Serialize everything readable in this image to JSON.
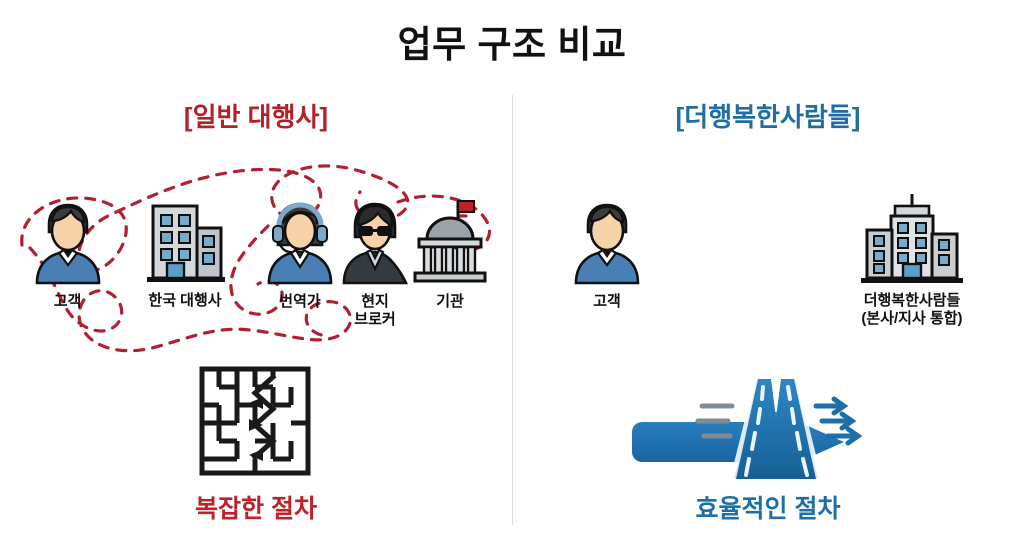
{
  "title": "업무 구조 비교",
  "divider": {
    "name": "vertical-divider"
  },
  "colors": {
    "red": "#c0202a",
    "dark_red": "#b52028",
    "blue": "#1c6fa8",
    "head_blue": "#1e6ea4",
    "building_gray": "#c9ced2",
    "window_blue": "#7aa9c9",
    "skin": "#f6d2a9",
    "shirt_blue": "#4a7fb5",
    "hair": "#3a3a3a",
    "road_blue": "#1f7ab8"
  },
  "left": {
    "heading": "[일반 대행사]",
    "footer": "복잡한 절차",
    "path_icon": "tangled-dashed-path-icon",
    "big_icon": "maze-icon",
    "nodes": [
      {
        "id": "customer",
        "label": "고객",
        "icon": "person-customer-icon"
      },
      {
        "id": "agency",
        "label": "한국 대행사",
        "icon": "office-building-icon"
      },
      {
        "id": "translator",
        "label": "번역가",
        "icon": "person-headset-icon"
      },
      {
        "id": "broker",
        "label": "현지\n브로커",
        "icon": "person-sunglasses-icon"
      },
      {
        "id": "institute",
        "label": "기관",
        "icon": "government-building-icon"
      }
    ]
  },
  "right": {
    "heading": "[더행복한사람들]",
    "footer": "효율적인 절차",
    "arrow_icon": "right-arrow-icon",
    "big_icon": "highway-road-icon",
    "nodes": [
      {
        "id": "customer",
        "label": "고객",
        "icon": "person-customer-icon"
      },
      {
        "id": "company",
        "label": "더행복한사람들\n(본사/지사 통합)",
        "icon": "tall-office-building-icon"
      }
    ]
  }
}
